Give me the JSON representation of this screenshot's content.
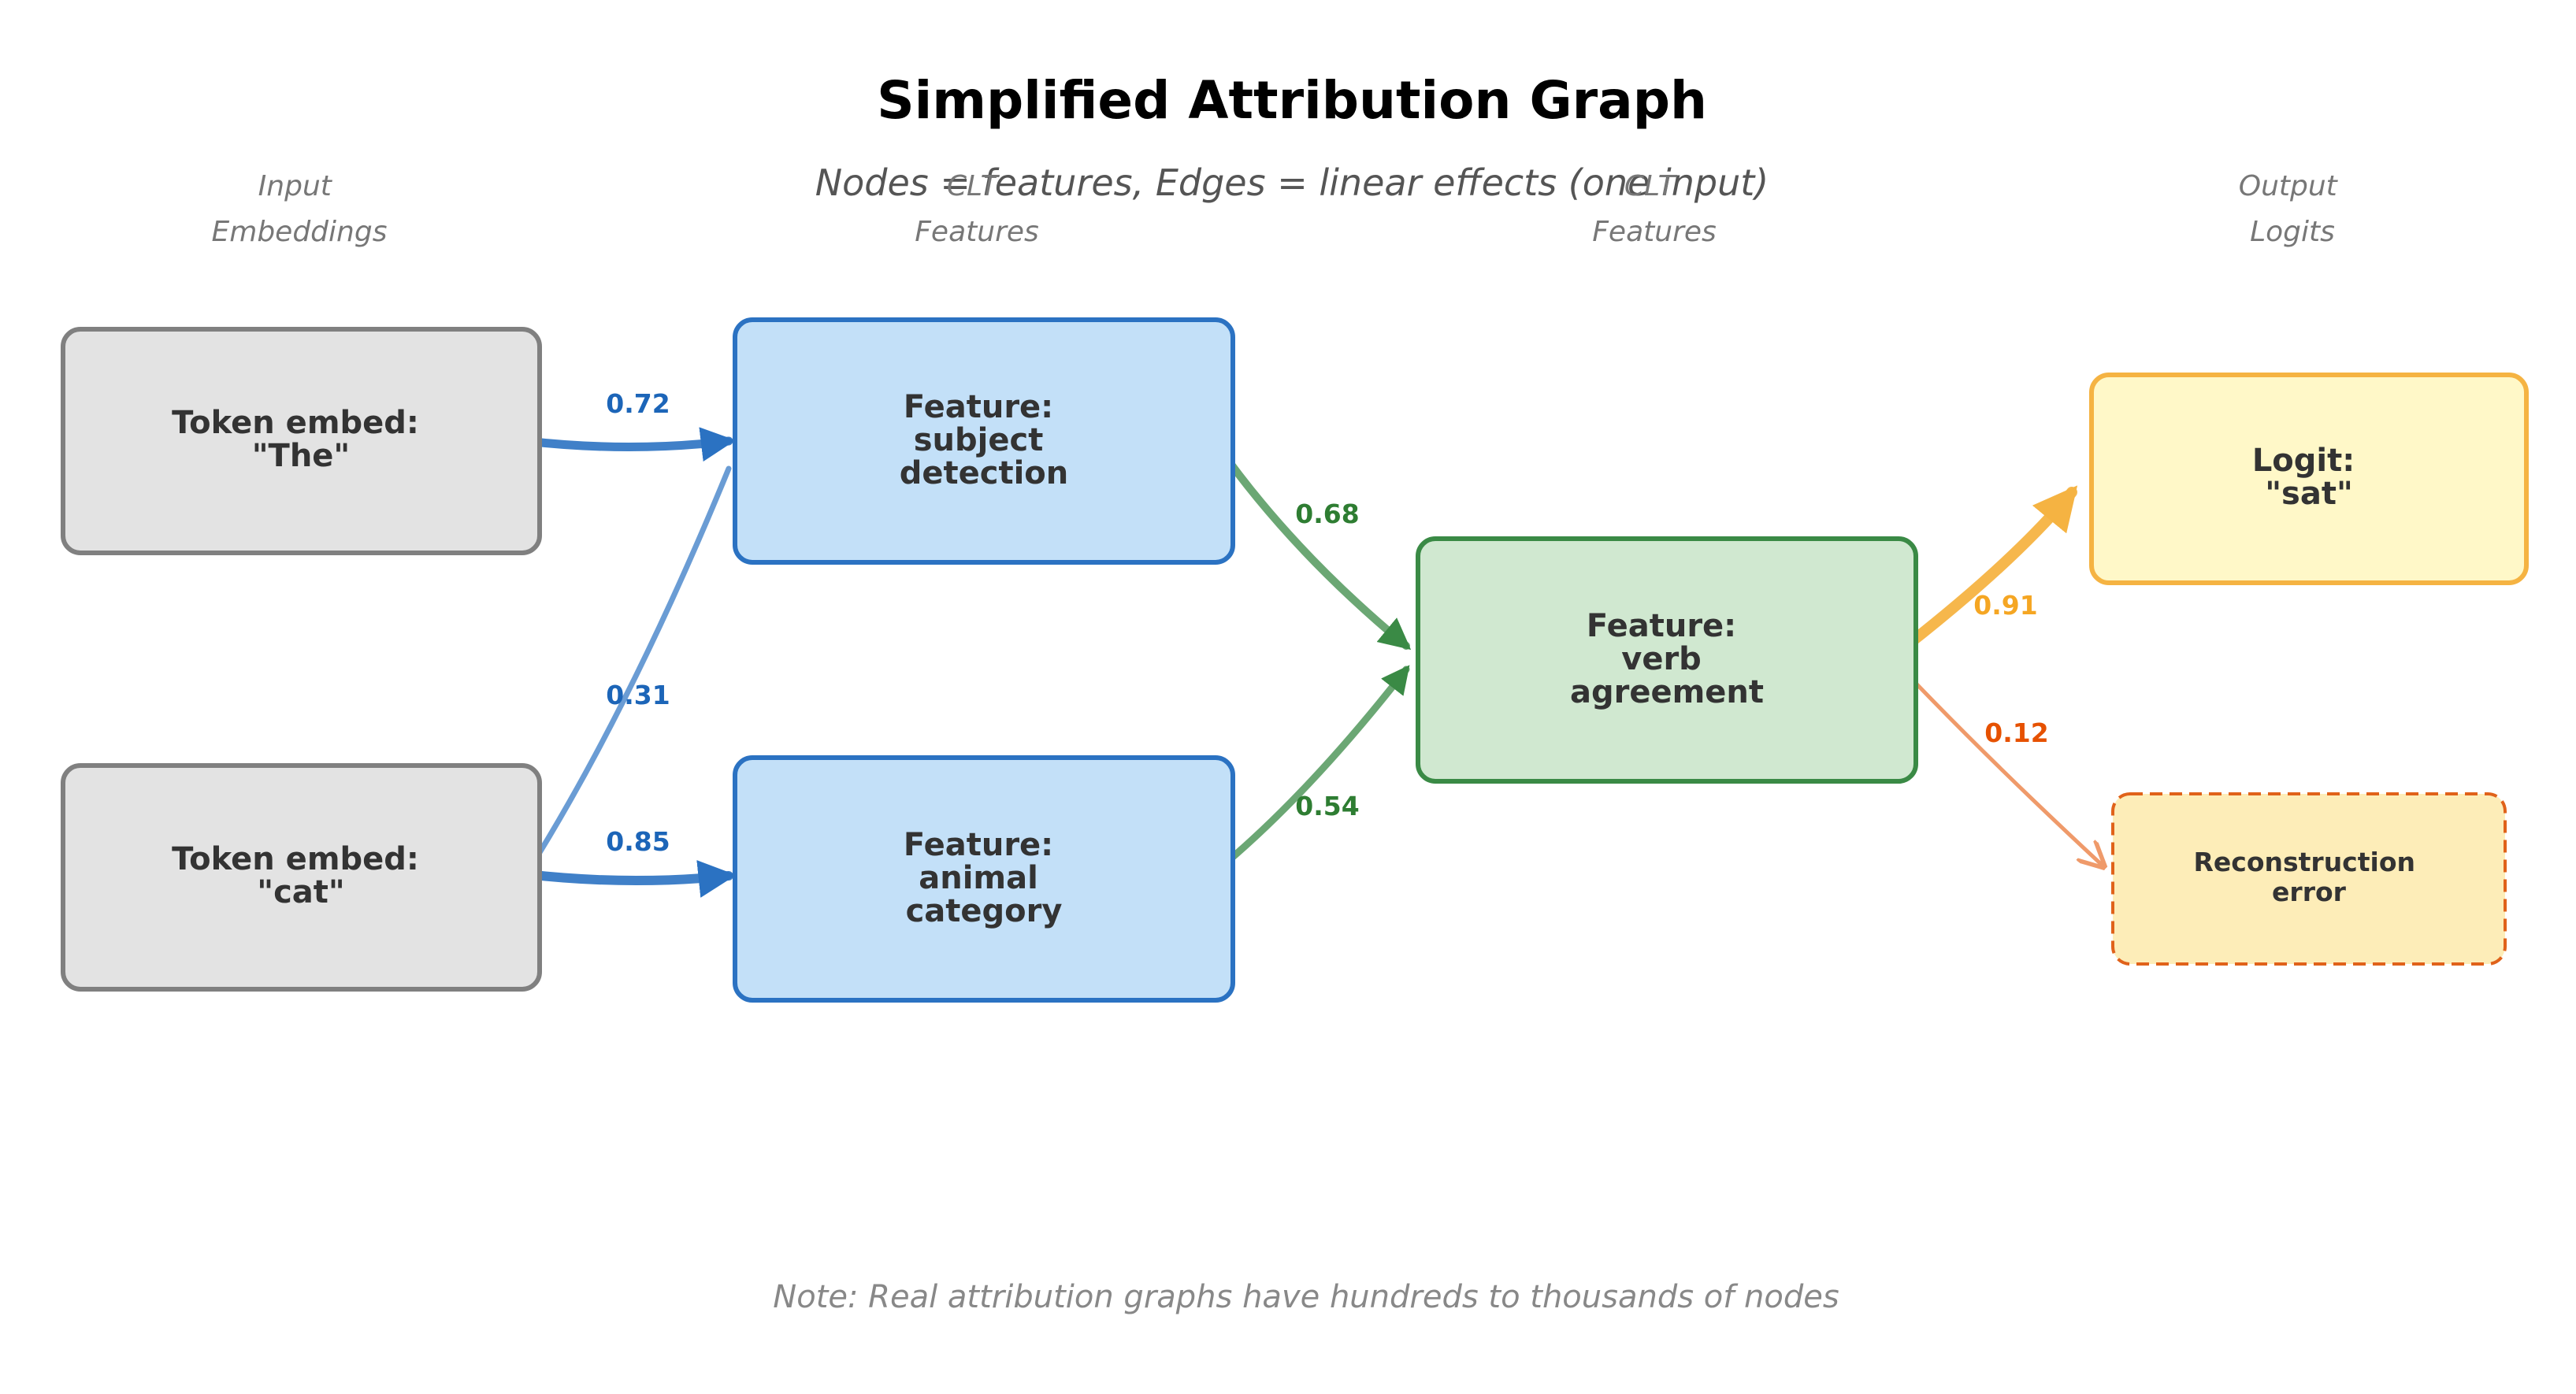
{
  "title": "Simplified Attribution Graph",
  "subtitle": "Nodes = features, Edges = linear effects (one input)",
  "layers": {
    "input": [
      "Input",
      "Embeddings"
    ],
    "clt1": [
      "CLT",
      "Features"
    ],
    "clt2": [
      "CLT",
      "Features"
    ],
    "output": [
      "Output",
      "Logits"
    ]
  },
  "nodes": {
    "the": [
      "Token embed:",
      "\"The\""
    ],
    "cat": [
      "Token embed:",
      "\"cat\""
    ],
    "subject": [
      "Feature:",
      "subject",
      "detection"
    ],
    "animal": [
      "Feature:",
      "animal",
      "category"
    ],
    "verb": [
      "Feature:",
      "verb",
      "agreement"
    ],
    "sat": [
      "Logit:",
      "\"sat\""
    ],
    "recon": [
      "Reconstruction",
      "error"
    ]
  },
  "edges": {
    "the_subject": "0.72",
    "cat_subject": "0.31",
    "cat_animal": "0.85",
    "subject_verb": "0.68",
    "animal_verb": "0.54",
    "verb_sat": "0.91",
    "verb_recon": "0.12"
  },
  "colors": {
    "gray_fill": "#e3e3e3",
    "gray_stroke": "#808080",
    "blue_fill": "#c3e0f8",
    "blue_stroke": "#2b72c2",
    "blue_edge": "#1c65b8",
    "green_fill": "#d0e8d0",
    "green_stroke": "#3a8a45",
    "green_edge": "#2e7d32",
    "yellow_fill": "#fff8c8",
    "yellow_stroke": "#f5b342",
    "yellow_edge": "#f5a623",
    "orange_fill": "#fdedb8",
    "orange_stroke": "#e0621a",
    "orange_edge": "#e65100"
  },
  "note": "Note: Real attribution graphs have hundreds to thousands of nodes"
}
